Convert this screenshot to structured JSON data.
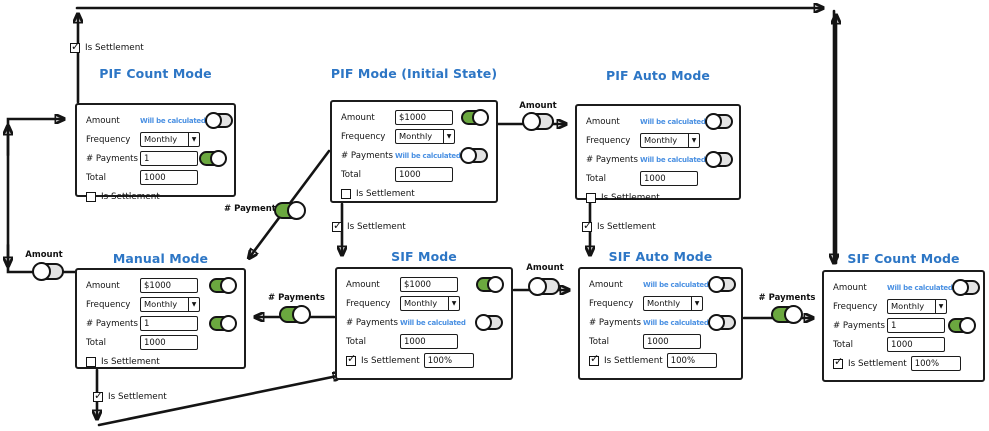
{
  "colors": {
    "title_blue": "#2d76c5",
    "calculated_blue": "#4a90e2",
    "toggle_on_green": "#6ba83f",
    "toggle_off_gray": "#e3e3e3",
    "line_black": "#141414"
  },
  "cards": [
    {
      "title": "PIF Count Mode",
      "amount_label": "Amount",
      "amount_text": "Will be calculated",
      "frequency_label": "Frequency",
      "frequency_value": "Monthly",
      "payments_label": "# Payments",
      "payments_value": "1",
      "total_label": "Total",
      "total_value": "1000",
      "settlement_label": "Is Settlement",
      "settlement_checked": false
    },
    {
      "title": "PIF Mode (Initial State)",
      "amount_label": "Amount",
      "amount_value": "$1000",
      "frequency_label": "Frequency",
      "frequency_value": "Monthly",
      "payments_label": "# Payments",
      "payments_text": "Will be calculated",
      "total_label": "Total",
      "total_value": "1000",
      "settlement_label": "Is Settlement",
      "settlement_checked": false
    },
    {
      "title": "PIF Auto Mode",
      "amount_label": "Amount",
      "amount_text": "Will be calculated",
      "frequency_label": "Frequency",
      "frequency_value": "Monthly",
      "payments_label": "# Payments",
      "payments_text": "Will be calculated",
      "total_label": "Total",
      "total_value": "1000",
      "settlement_label": "Is Settlement",
      "settlement_checked": false
    },
    {
      "title": "Manual Mode",
      "amount_label": "Amount",
      "amount_value": "$1000",
      "frequency_label": "Frequency",
      "frequency_value": "Monthly",
      "payments_label": "# Payments",
      "payments_value": "1",
      "total_label": "Total",
      "total_value": "1000",
      "settlement_label": "Is Settlement",
      "settlement_checked": false
    },
    {
      "title": "SIF Mode",
      "amount_label": "Amount",
      "amount_value": "$1000",
      "frequency_label": "Frequency",
      "frequency_value": "Monthly",
      "payments_label": "# Payments",
      "payments_text": "Will be calculated",
      "total_label": "Total",
      "total_value": "1000",
      "settlement_label": "Is Settlement",
      "settlement_checked": true,
      "settlement_value": "100%"
    },
    {
      "title": "SIF Auto Mode",
      "amount_label": "Amount",
      "amount_text": "Will be calculated",
      "frequency_label": "Frequency",
      "frequency_value": "Monthly",
      "payments_label": "# Payments",
      "payments_text": "Will be calculated",
      "total_label": "Total",
      "total_value": "1000",
      "settlement_label": "Is Settlement",
      "settlement_checked": true,
      "settlement_value": "100%"
    },
    {
      "title": "SIF Count Mode",
      "amount_label": "Amount",
      "amount_text": "Will be calculated",
      "frequency_label": "Frequency",
      "frequency_value": "Monthly",
      "payments_label": "# Payments",
      "payments_value": "1",
      "total_label": "Total",
      "total_value": "1000",
      "settlement_label": "Is Settlement",
      "settlement_checked": true,
      "settlement_value": "100%"
    }
  ],
  "edges": {
    "settlement_top": "Is Settlement",
    "amount_manual_to_pifcount": "Amount",
    "amount_pif_to_pifauto": "Amount",
    "payments_pif_to_manual": "# Payments",
    "settlement_pif_to_sif": "Is Settlement",
    "settlement_pifauto_to_sifauto": "Is Settlement",
    "payments_sif_to_manual": "# Payments",
    "amount_sif_to_sifauto": "Amount",
    "payments_sifauto_to_sifcount": "# Payments",
    "settlement_manual_down": "Is Settlement"
  },
  "icons": {
    "dropdown_arrow": "▼"
  }
}
